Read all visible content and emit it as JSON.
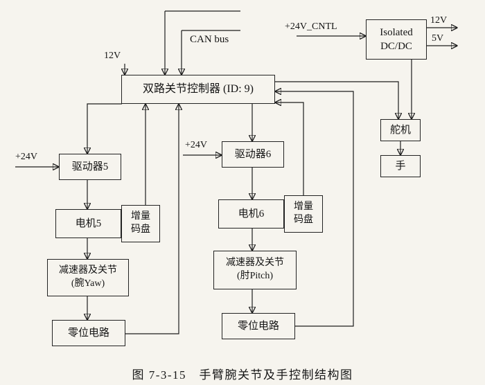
{
  "figure": {
    "caption": "图 7-3-15　手臂腕关节及手控制结构图"
  },
  "power_labels": {
    "can_bus": "CAN bus",
    "v12_in": "12V",
    "v24_cntl": "+24V_CNTL",
    "v12_out": "12V",
    "v5_out": "5V",
    "v24_left": "+24V",
    "v24_right": "+24V"
  },
  "blocks": {
    "controller": "双路关节控制器 (ID: 9)",
    "dcdc": "Isolated\nDC/DC",
    "servo": "舵机",
    "hand": "手",
    "driver5": "驱动器5",
    "motor5": "电机5",
    "encoder5": "增量\n码盘",
    "reducer5": "减速器及关节\n(腕Yaw)",
    "zero5": "零位电路",
    "driver6": "驱动器6",
    "motor6": "电机6",
    "encoder6": "增量\n码盘",
    "reducer6": "减速器及关节\n(肘Pitch)",
    "zero6": "零位电路"
  }
}
